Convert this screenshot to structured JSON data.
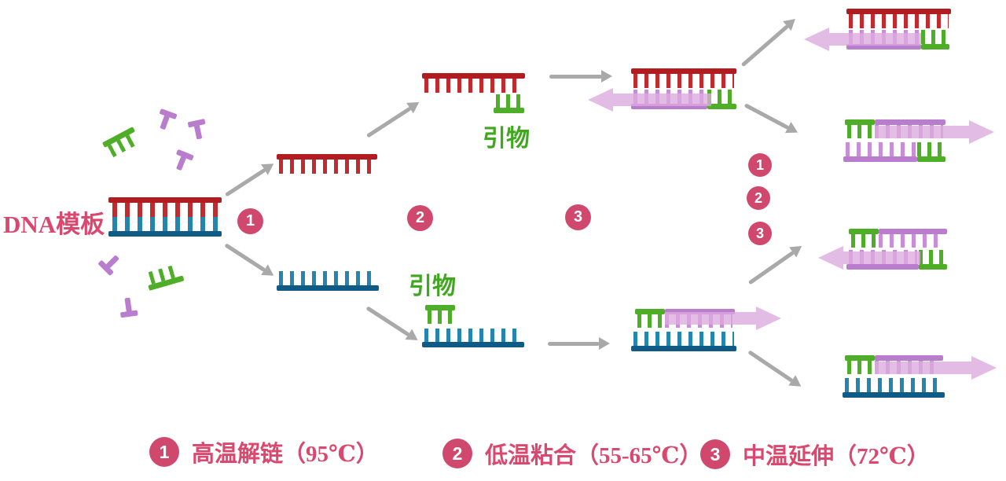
{
  "colors": {
    "crimson": "#d0486e",
    "legendText": "#d9486e",
    "dnaRedBar": "#b11c20",
    "dnaRedTooth": "#c12a2e",
    "dnaBlueBar": "#0f5b85",
    "dnaBlueTooth": "#2585b1",
    "green": "#4fae27",
    "primerText": "#3fa81f",
    "purpleBar": "#ba7ccc",
    "purpleTooth": "#c88fd8",
    "pinkArrow": "#dcaade",
    "arrowGray": "#a9a9a9"
  },
  "labels": {
    "dna_template": "DNA模板",
    "primer_top": "引物",
    "primer_bottom": "引物"
  },
  "flow_steps": [
    "1",
    "2",
    "3"
  ],
  "cycle_steps": [
    "1",
    "2",
    "3"
  ],
  "legend": [
    {
      "num": "1",
      "label": "高温解链（95℃）"
    },
    {
      "num": "2",
      "label": "低温粘合（55-65℃）"
    },
    {
      "num": "3",
      "label": "中温延伸（72℃）"
    }
  ]
}
